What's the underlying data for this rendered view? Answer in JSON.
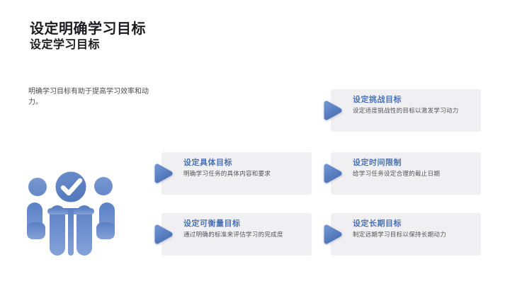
{
  "slide": {
    "title": "设定明确学习目标",
    "subtitle": "设定学习目标",
    "description": "明确学习目标有助于提高学习效率和动力。"
  },
  "cards": [
    {
      "title": "设定挑战目标",
      "body": "设定适度挑战性的目标以激发学习动力",
      "position": "top-right"
    },
    {
      "title": "设定具体目标",
      "body": "明确学习任务的具体内容和要求",
      "position": "mid-left"
    },
    {
      "title": "设定时间限制",
      "body": "给学习任务设定合理的截止日期",
      "position": "mid-right"
    },
    {
      "title": "设定可衡量目标",
      "body": "通过明确的标准来评估学习的完成度",
      "position": "bottom-left"
    },
    {
      "title": "设定长期目标",
      "body": "制定远期学习目标以保持长期动力",
      "position": "bottom-right"
    }
  ],
  "icons": {
    "bullet": "arrow-right-triangle-icon",
    "illustration": "people-meeting-checkmark-icon"
  },
  "colors": {
    "background": "#ffffff",
    "heading_text": "#1c1c1e",
    "description_text": "#4c4c50",
    "card_background": "#f0f0f2",
    "card_title_blue": "#4a73b4",
    "card_body_text": "#55555a",
    "accent_blue_light": "#6e91d0",
    "accent_blue_dark": "#4c72b6"
  }
}
